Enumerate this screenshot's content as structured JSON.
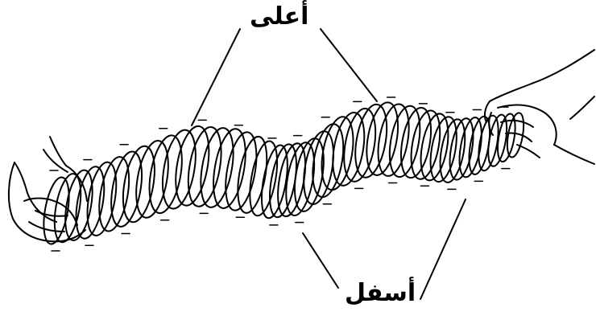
{
  "labels": {
    "top": "أعلى",
    "bottom": "أسفل"
  },
  "colors": {
    "ink": "#000000",
    "background": "#ffffff"
  },
  "icons": {
    "left_hand": "left-hand-icon",
    "right_hand": "right-hand-icon",
    "spring": "slinky-spring"
  }
}
